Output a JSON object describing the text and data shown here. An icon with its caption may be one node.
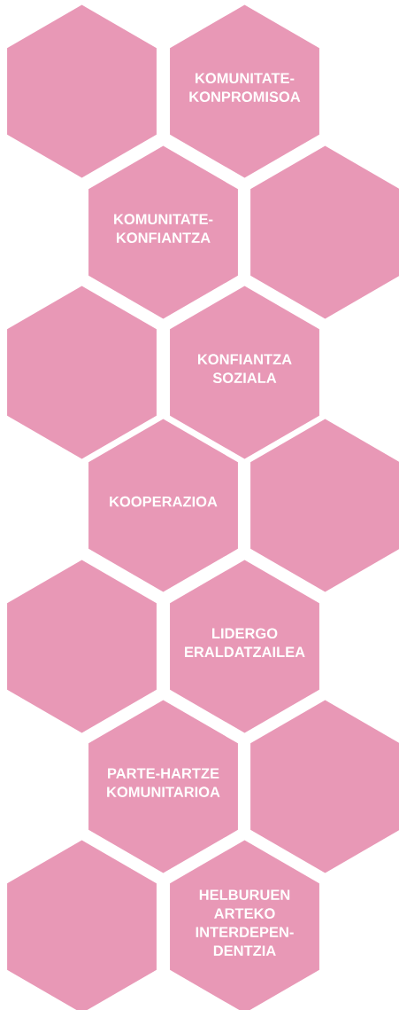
{
  "diagram": {
    "nodes": [
      {
        "text": [],
        "shape": "hexagon"
      },
      {
        "text": [
          "KOMUNITATE- KONPROMISOA"
        ]
      },
      {
        "text": [
          "KOMUNITATE- KONFIANTZA"
        ]
      },
      {
        "text": [],
        "shape": "hexagon"
      },
      {
        "text": [],
        "shape": "hexagon"
      },
      {
        "text": [
          "KONFIANTZA SOZIALA"
        ]
      },
      {
        "text": [
          "KOOPERAZIOA"
        ]
      },
      {
        "text": [],
        "shape": "hexagon"
      },
      {
        "text": [],
        "shape": "hexagon"
      },
      {
        "text": [
          "LIDERGO ERALDATZAILEA"
        ]
      },
      {
        "text": [
          "PARTE-HARTZE KOMUNITARIOA"
        ]
      },
      {
        "text": [],
        "shape": "hexagon"
      },
      {
        "text": [],
        "shape": "hexagon"
      },
      {
        "text": [
          "HELBURUEN ARTEKO INTERDEPEN- DENTZIA"
        ]
      }
    ]
  }
}
